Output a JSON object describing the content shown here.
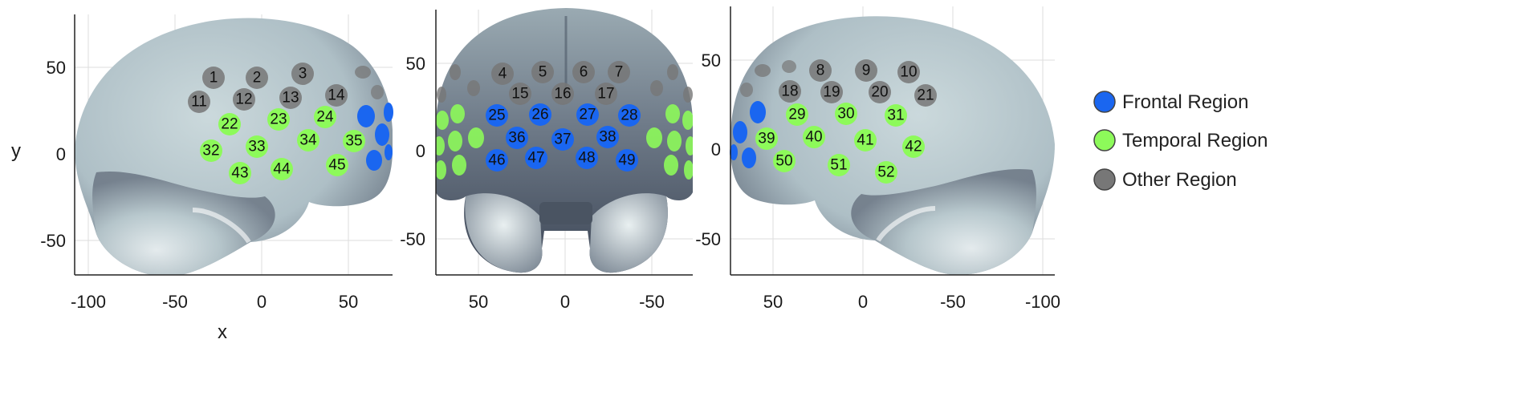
{
  "colors": {
    "frontal": "#1a66f0",
    "temporal": "#8dfa5a",
    "other": "#777777",
    "brain_light": "#c8d6da",
    "brain_dark": "#4c5766"
  },
  "legend": [
    {
      "label": "Frontal Region",
      "region": "frontal"
    },
    {
      "label": "Temporal Region",
      "region": "temporal"
    },
    {
      "label": "Other Region",
      "region": "other"
    }
  ],
  "axes": {
    "ylabel": "y",
    "xlabel": "x",
    "left_x_ticks": [
      "-100",
      "-50",
      "0",
      "50"
    ],
    "mid_x_ticks": [
      "50",
      "0",
      "-50"
    ],
    "right_x_ticks": [
      "50",
      "0",
      "-50",
      "-100"
    ],
    "y_ticks": [
      "50",
      "0",
      "-50"
    ]
  },
  "left_channels": [
    {
      "n": "1",
      "r": "other"
    },
    {
      "n": "2",
      "r": "other"
    },
    {
      "n": "3",
      "r": "other"
    },
    {
      "n": "11",
      "r": "other"
    },
    {
      "n": "12",
      "r": "other"
    },
    {
      "n": "13",
      "r": "other"
    },
    {
      "n": "14",
      "r": "other"
    },
    {
      "n": "22",
      "r": "temporal"
    },
    {
      "n": "23",
      "r": "temporal"
    },
    {
      "n": "24",
      "r": "temporal"
    },
    {
      "n": "32",
      "r": "temporal"
    },
    {
      "n": "33",
      "r": "temporal"
    },
    {
      "n": "34",
      "r": "temporal"
    },
    {
      "n": "35",
      "r": "temporal"
    },
    {
      "n": "43",
      "r": "temporal"
    },
    {
      "n": "44",
      "r": "temporal"
    },
    {
      "n": "45",
      "r": "temporal"
    }
  ],
  "mid_channels": [
    {
      "n": "4",
      "r": "other"
    },
    {
      "n": "5",
      "r": "other"
    },
    {
      "n": "6",
      "r": "other"
    },
    {
      "n": "7",
      "r": "other"
    },
    {
      "n": "15",
      "r": "other"
    },
    {
      "n": "16",
      "r": "other"
    },
    {
      "n": "17",
      "r": "other"
    },
    {
      "n": "25",
      "r": "frontal"
    },
    {
      "n": "26",
      "r": "frontal"
    },
    {
      "n": "27",
      "r": "frontal"
    },
    {
      "n": "28",
      "r": "frontal"
    },
    {
      "n": "36",
      "r": "frontal"
    },
    {
      "n": "37",
      "r": "frontal"
    },
    {
      "n": "38",
      "r": "frontal"
    },
    {
      "n": "46",
      "r": "frontal"
    },
    {
      "n": "47",
      "r": "frontal"
    },
    {
      "n": "48",
      "r": "frontal"
    },
    {
      "n": "49",
      "r": "frontal"
    }
  ],
  "right_channels": [
    {
      "n": "8",
      "r": "other"
    },
    {
      "n": "9",
      "r": "other"
    },
    {
      "n": "10",
      "r": "other"
    },
    {
      "n": "18",
      "r": "other"
    },
    {
      "n": "19",
      "r": "other"
    },
    {
      "n": "20",
      "r": "other"
    },
    {
      "n": "21",
      "r": "other"
    },
    {
      "n": "29",
      "r": "temporal"
    },
    {
      "n": "30",
      "r": "temporal"
    },
    {
      "n": "31",
      "r": "temporal"
    },
    {
      "n": "39",
      "r": "temporal"
    },
    {
      "n": "40",
      "r": "temporal"
    },
    {
      "n": "41",
      "r": "temporal"
    },
    {
      "n": "42",
      "r": "temporal"
    },
    {
      "n": "50",
      "r": "temporal"
    },
    {
      "n": "51",
      "r": "temporal"
    },
    {
      "n": "52",
      "r": "temporal"
    }
  ]
}
